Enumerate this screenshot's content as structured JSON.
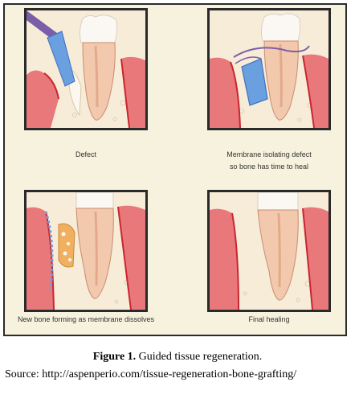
{
  "figure": {
    "panels": [
      {
        "caption_lines": [
          "Defect"
        ]
      },
      {
        "caption_lines": [
          "Membrane isolating defect",
          "so bone has time to heal"
        ]
      },
      {
        "caption_lines": [
          "New bone forming as membrane dissolves"
        ]
      },
      {
        "caption_lines": [
          "Final healing"
        ]
      }
    ],
    "caption": {
      "label": "Figure 1.",
      "text": "Guided tissue regeneration."
    },
    "source": "Source: http://aspenperio.com/tissue-regeneration-bone-grafting/"
  },
  "colors": {
    "frame_background": "#f6f2dd",
    "gum": "#e8787a",
    "gum_dark": "#c9262f",
    "bone": "#f5ead6",
    "tooth_root": "#f2c9ad",
    "membrane": "#6a9fe0",
    "instrument": "#7b5ea7",
    "new_bone": "#f0b060"
  }
}
